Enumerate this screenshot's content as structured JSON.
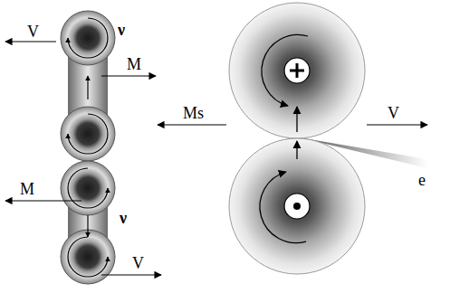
{
  "diagram": {
    "labels": [
      "V",
      "ν",
      "M",
      "M",
      "ν",
      "V",
      "Ms",
      "V",
      "e"
    ]
  }
}
